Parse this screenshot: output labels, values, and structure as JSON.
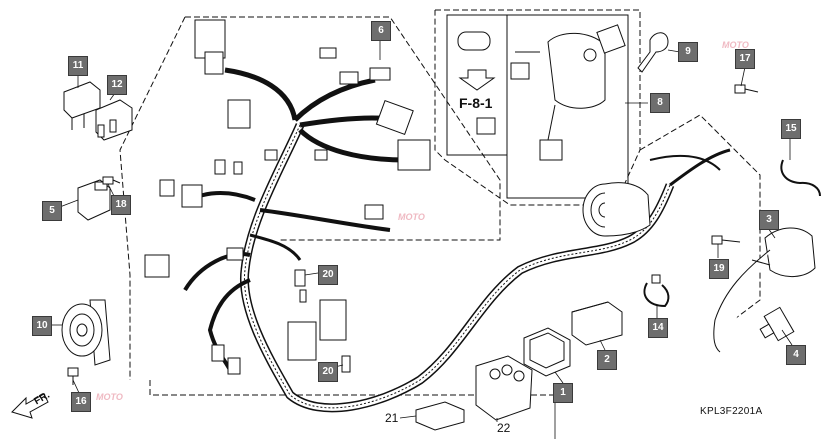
{
  "callouts": {
    "c1": "1",
    "c2": "2",
    "c3": "3",
    "c4": "4",
    "c5": "5",
    "c6": "6",
    "c8": "8",
    "c9": "9",
    "c10": "10",
    "c11": "11",
    "c12": "12",
    "c14": "14",
    "c15": "15",
    "c16": "16",
    "c17": "17",
    "c18": "18",
    "c19": "19",
    "c20a": "20",
    "c20b": "20"
  },
  "plain_numbers": {
    "n21": "21",
    "n22": "22"
  },
  "reference": "F-8-1",
  "diagram_code": "KPL3F2201A",
  "direction_label": "FR.",
  "watermark": "MOTO",
  "colors": {
    "callout_fill": "#6e6e6e",
    "line": "#111111",
    "watermark": "#e58c9b"
  }
}
